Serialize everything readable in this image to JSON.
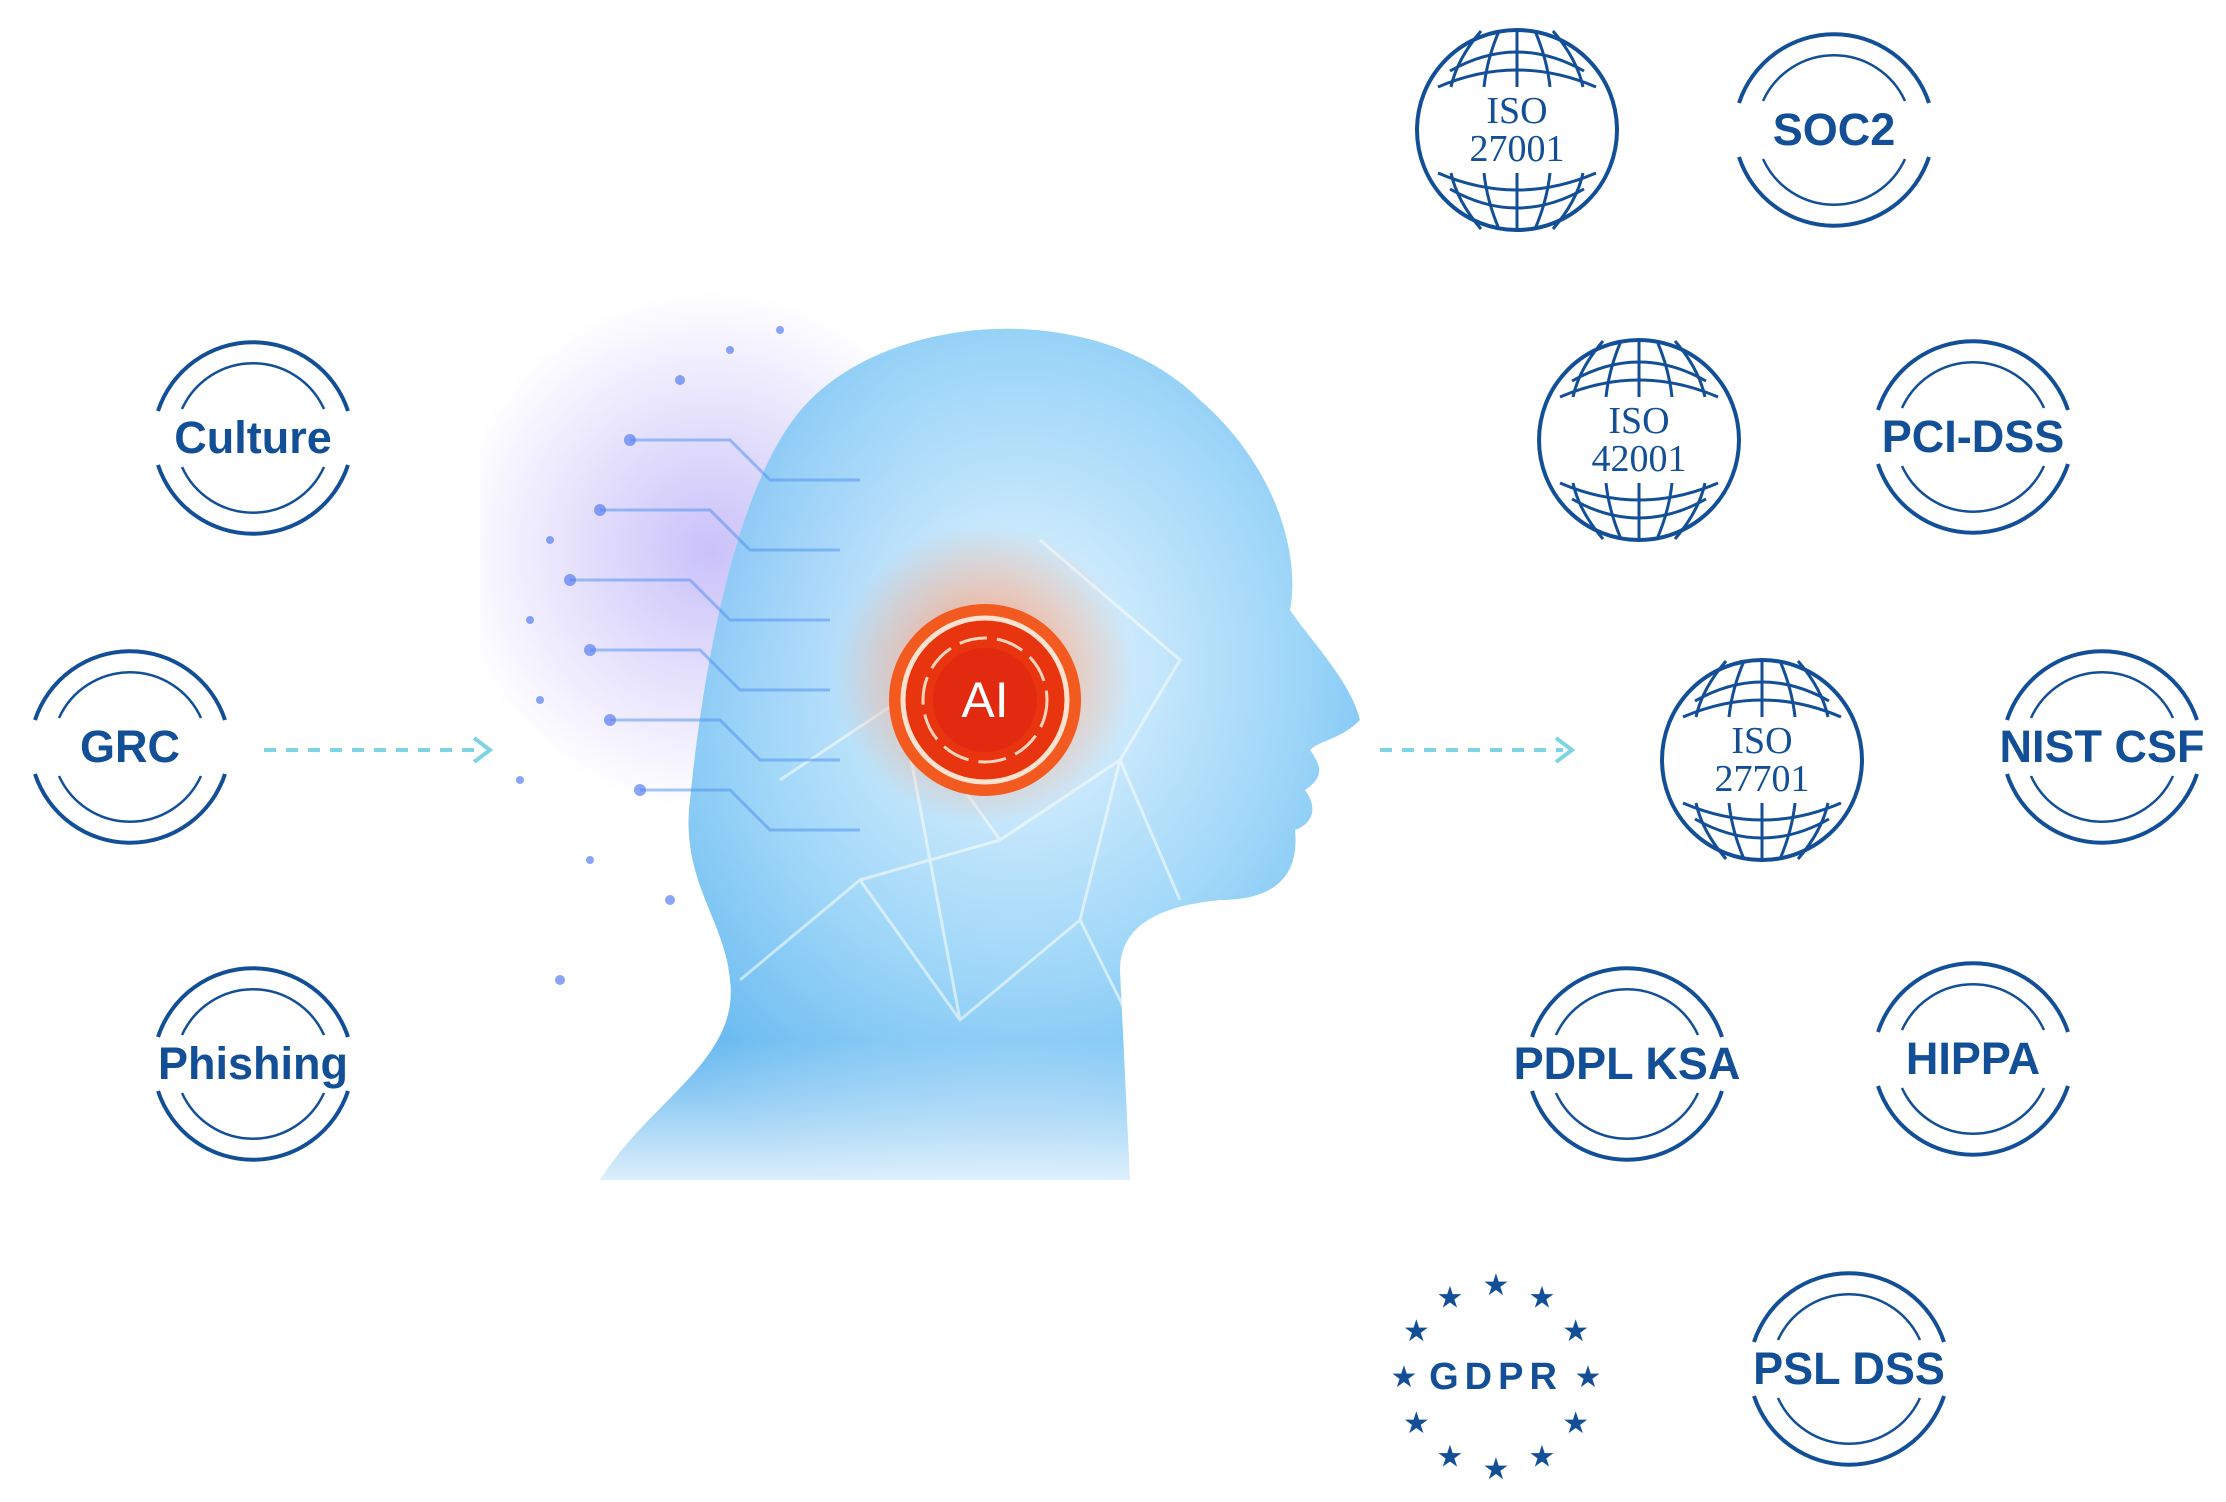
{
  "inputs": [
    {
      "id": "culture",
      "label": "Culture"
    },
    {
      "id": "grc",
      "label": "GRC"
    },
    {
      "id": "phishing",
      "label": "Phishing"
    }
  ],
  "core": {
    "label": "AI"
  },
  "frameworks": [
    {
      "id": "iso27001",
      "line1": "ISO",
      "line2": "27001",
      "style": "iso"
    },
    {
      "id": "soc2",
      "label": "SOC2",
      "style": "ring"
    },
    {
      "id": "iso42001",
      "line1": "ISO",
      "line2": "42001",
      "style": "iso"
    },
    {
      "id": "pcidss",
      "label": "PCI-DSS",
      "style": "ring"
    },
    {
      "id": "iso27701",
      "line1": "ISO",
      "line2": "27701",
      "style": "iso"
    },
    {
      "id": "nistcsf",
      "label": "NIST CSF",
      "style": "ring"
    },
    {
      "id": "pdplksa",
      "label": "PDPL KSA",
      "style": "ring"
    },
    {
      "id": "hippa",
      "label": "HIPPA",
      "style": "ring"
    },
    {
      "id": "gdpr",
      "label": "GDPR",
      "style": "stars"
    },
    {
      "id": "psldss",
      "label": "PSL DSS",
      "style": "ring"
    }
  ],
  "colors": {
    "badge": "#134f96",
    "arrow": "#7fd4e3",
    "head": "#5fb8f0",
    "core": "#e8340f"
  }
}
